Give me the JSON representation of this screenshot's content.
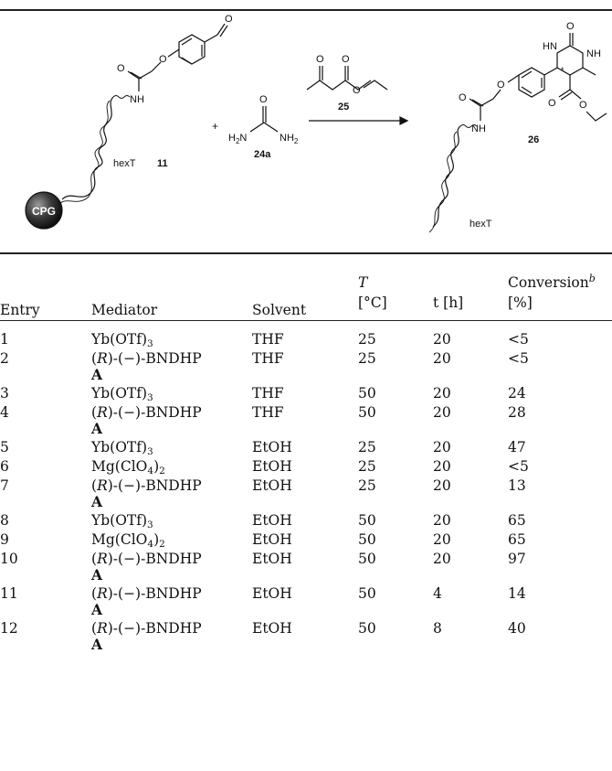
{
  "scheme": {
    "compound_aldehyde": "11",
    "compound_urea": "24a",
    "compound_ketoester": "25",
    "compound_product": "26",
    "support_label": "CPG",
    "linker_label": "hexT",
    "plus": "+",
    "atom_O": "O",
    "atom_NH": "NH",
    "atom_HN": "HN",
    "atom_H2N": "H",
    "atom_NH2": "NH",
    "stereo_mark": "*"
  },
  "table": {
    "headers": {
      "entry": "Entry",
      "mediator": "Mediator",
      "solvent": "Solvent",
      "temp_symbol": "T",
      "temp_unit": "[°C]",
      "time": "t [h]",
      "conversion": "Conversion",
      "conversion_note": "b",
      "conversion_unit": "[%]"
    },
    "rows": [
      {
        "entry": "1",
        "mediator": "Yb(OTf)3",
        "solvent": "THF",
        "temp": "25",
        "time": "20",
        "conversion": "<5"
      },
      {
        "entry": "2",
        "mediator": "(R)-(−)-BNDHP A",
        "solvent": "THF",
        "temp": "25",
        "time": "20",
        "conversion": "<5"
      },
      {
        "entry": "3",
        "mediator": "Yb(OTf)3",
        "solvent": "THF",
        "temp": "50",
        "time": "20",
        "conversion": "24"
      },
      {
        "entry": "4",
        "mediator": "(R)-(−)-BNDHP A",
        "solvent": "THF",
        "temp": "50",
        "time": "20",
        "conversion": "28"
      },
      {
        "entry": "5",
        "mediator": "Yb(OTf)3",
        "solvent": "EtOH",
        "temp": "25",
        "time": "20",
        "conversion": "47"
      },
      {
        "entry": "6",
        "mediator": "Mg(ClO4)2",
        "solvent": "EtOH",
        "temp": "25",
        "time": "20",
        "conversion": "<5"
      },
      {
        "entry": "7",
        "mediator": "(R)-(−)-BNDHP A",
        "solvent": "EtOH",
        "temp": "25",
        "time": "20",
        "conversion": "13"
      },
      {
        "entry": "8",
        "mediator": "Yb(OTf)3",
        "solvent": "EtOH",
        "temp": "50",
        "time": "20",
        "conversion": "65"
      },
      {
        "entry": "9",
        "mediator": "Mg(ClO4)2",
        "solvent": "EtOH",
        "temp": "50",
        "time": "20",
        "conversion": "65"
      },
      {
        "entry": "10",
        "mediator": "(R)-(−)-BNDHP A",
        "solvent": "EtOH",
        "temp": "50",
        "time": "20",
        "conversion": "97"
      },
      {
        "entry": "11",
        "mediator": "(R)-(−)-BNDHP A",
        "solvent": "EtOH",
        "temp": "50",
        "time": "4",
        "conversion": "14"
      },
      {
        "entry": "12",
        "mediator": "(R)-(−)-BNDHP A",
        "solvent": "EtOH",
        "temp": "50",
        "time": "8",
        "conversion": "40"
      }
    ]
  }
}
